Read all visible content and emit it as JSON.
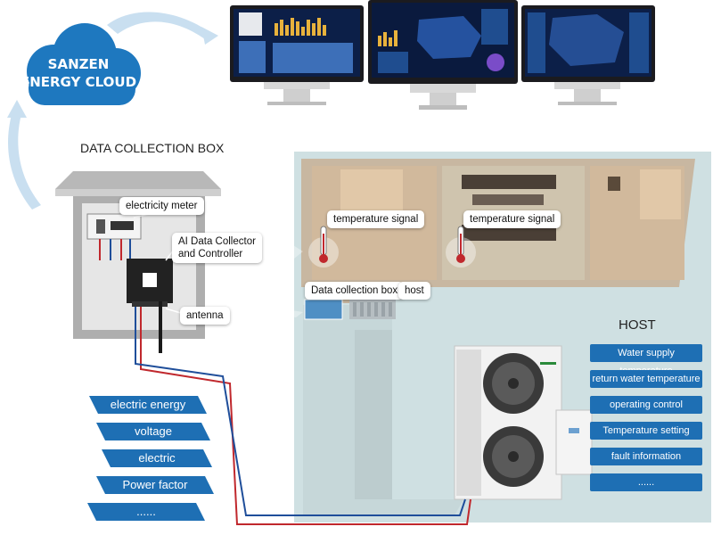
{
  "cloud": {
    "label_line1": "SANZEN",
    "label_line2": "ENERGY CLOUD"
  },
  "headings": {
    "collection_box": "DATA COLLECTION BOX",
    "host": "HOST"
  },
  "callouts": {
    "electricity_meter": "electricity meter",
    "ai_collector_line1": "AI Data Collector",
    "ai_collector_line2": "and Controller",
    "antenna": "antenna",
    "temperature_signal_left": "temperature signal",
    "temperature_signal_right": "temperature signal",
    "data_collection_box": "Data collection box",
    "host": "host"
  },
  "meter_params": [
    "electric energy",
    "voltage",
    "electric",
    "Power factor",
    "......"
  ],
  "host_params": [
    "Water supply temperature",
    "return water temperature",
    "operating control",
    "Temperature setting",
    "fault information",
    "......"
  ],
  "colors": {
    "cloud": "#1e78bf",
    "tag_blue": "#1e6fb4",
    "wire_red": "#c0282d",
    "wire_blue": "#1f4e9a"
  }
}
